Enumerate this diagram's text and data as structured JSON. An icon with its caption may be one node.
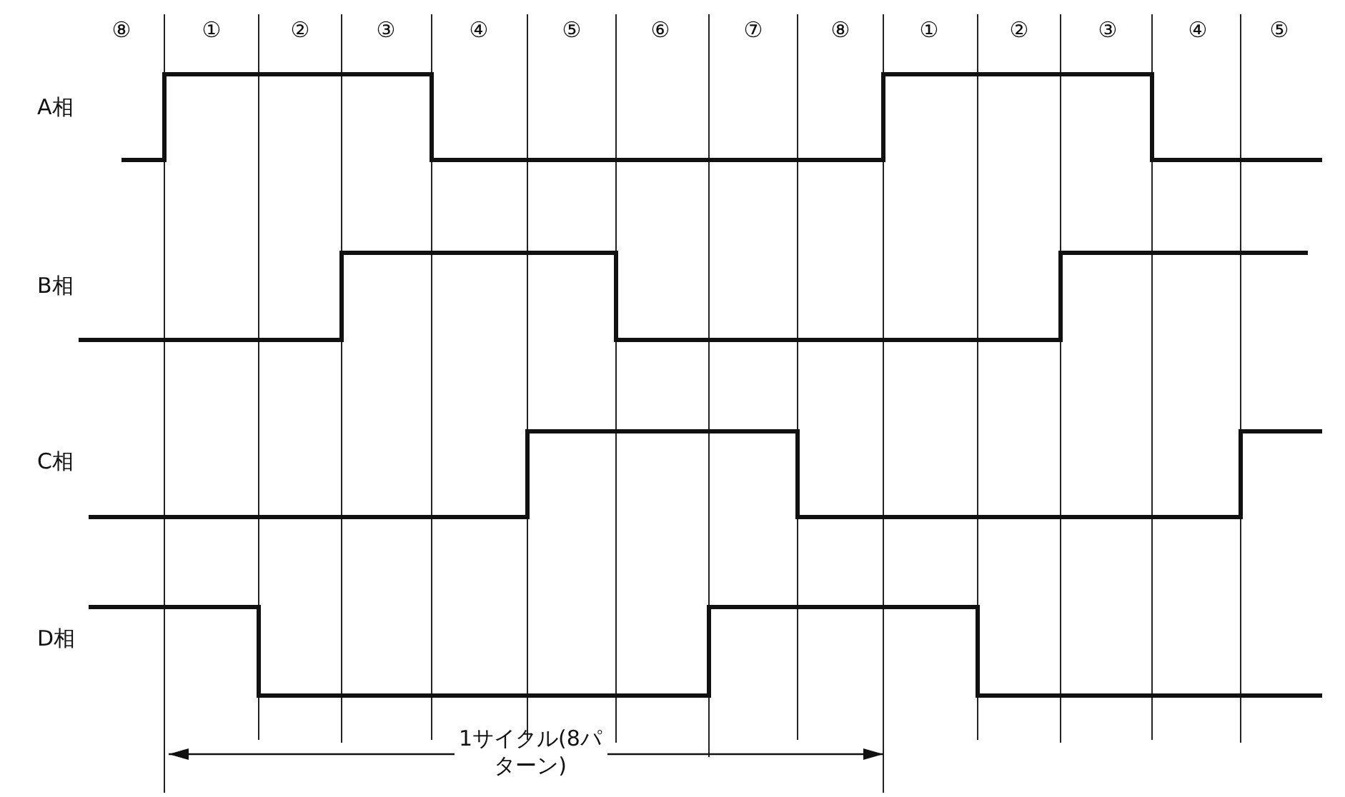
{
  "diagram": {
    "labels": [
      "⑧",
      "①",
      "②",
      "③",
      "④",
      "⑤",
      "⑥",
      "⑦",
      "⑧",
      "①",
      "②",
      "③",
      "④",
      "⑤",
      "A相",
      "B相",
      "C相",
      "D相",
      "1サイクル(8パターン)"
    ]
  }
}
